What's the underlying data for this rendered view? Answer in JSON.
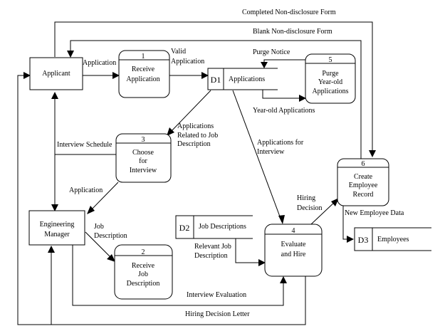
{
  "external_entities": {
    "applicant": "Applicant",
    "engineering_manager": [
      "Engineering",
      "Manager"
    ]
  },
  "processes": [
    {
      "number": "1",
      "lines": [
        "Receive",
        "Application"
      ]
    },
    {
      "number": "2",
      "lines": [
        "Receive",
        "Job",
        "Description"
      ]
    },
    {
      "number": "3",
      "lines": [
        "Choose",
        "for",
        "Interview"
      ]
    },
    {
      "number": "4",
      "lines": [
        "Evaluate",
        "and Hire"
      ]
    },
    {
      "number": "5",
      "lines": [
        "Purge",
        "Year-old",
        "Applications"
      ]
    },
    {
      "number": "6",
      "lines": [
        "Create",
        "Employee",
        "Record"
      ]
    }
  ],
  "data_stores": [
    {
      "id": "D1",
      "name": "Applications"
    },
    {
      "id": "D2",
      "name": "Job Descriptions"
    },
    {
      "id": "D3",
      "name": "Employees"
    }
  ],
  "flows": {
    "completed_nda": "Completed Non-disclosure Form",
    "blank_nda": "Blank Non-disclosure Form",
    "application_1": "Application",
    "valid_application": [
      "Valid",
      "Application"
    ],
    "purge_notice": "Purge Notice",
    "year_old_applications": "Year-old Applications",
    "apps_related": [
      "Applications",
      "Related to Job",
      "Description"
    ],
    "interview_schedule": "Interview Schedule",
    "apps_for_interview": [
      "Applications for",
      "Interview"
    ],
    "application_2": "Application",
    "hiring_decision": [
      "Hiring",
      "Decision"
    ],
    "new_employee_data": "New Employee Data",
    "job_description": [
      "Job",
      "Description"
    ],
    "relevant_job_description": [
      "Relevant Job",
      "Description"
    ],
    "interview_evaluation": "Interview Evaluation",
    "hiring_decision_letter": "Hiring Decision Letter"
  }
}
